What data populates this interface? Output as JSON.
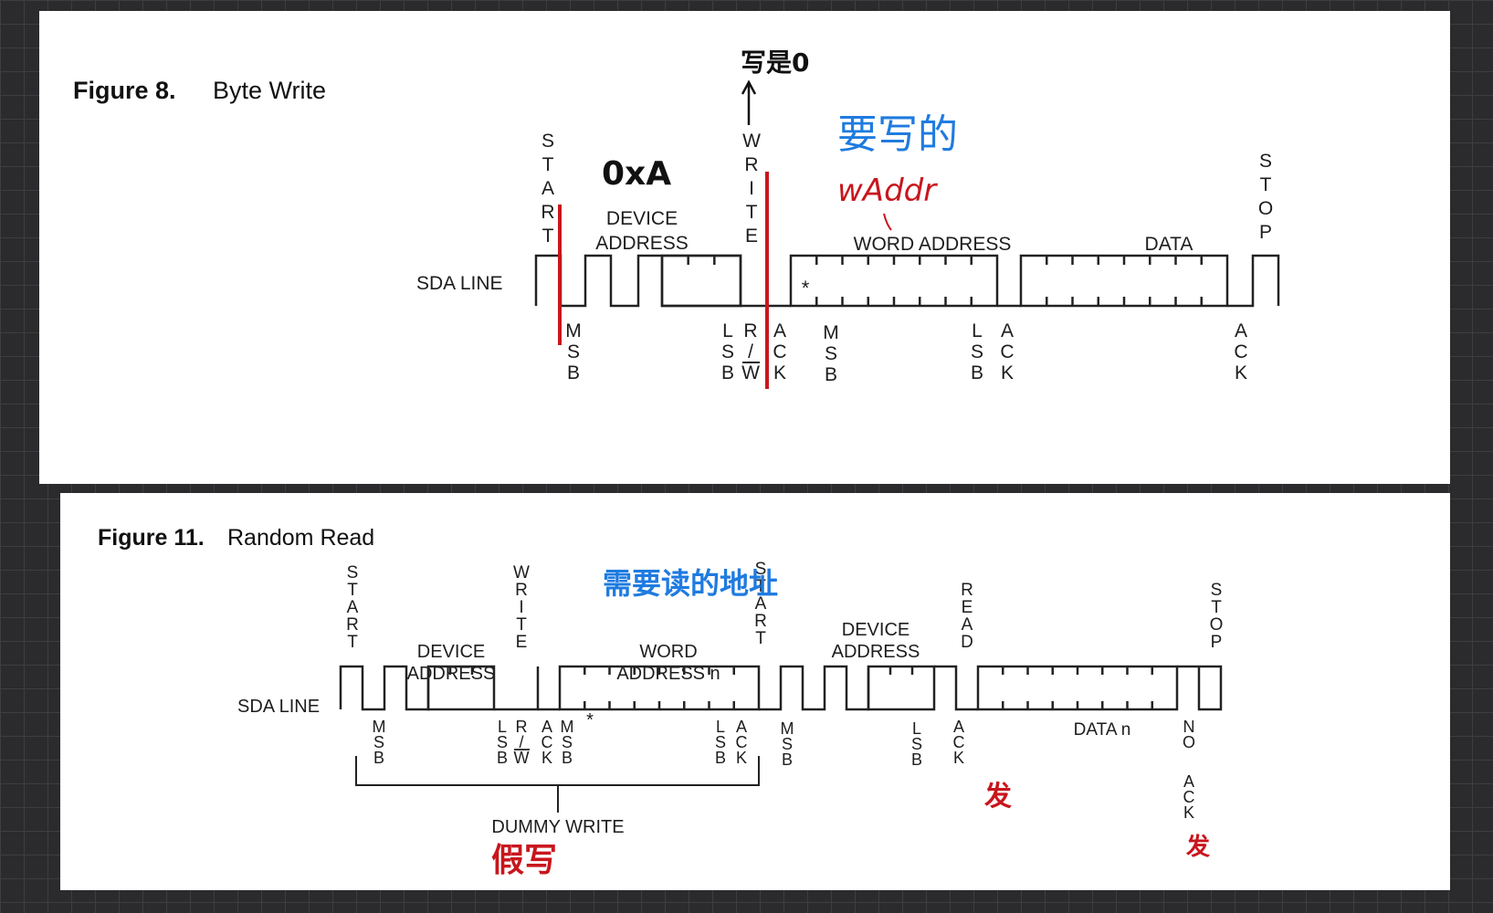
{
  "figure8": {
    "number": "Figure 8.",
    "name": "Byte Write",
    "sda_label": "SDA LINE",
    "top_labels": {
      "start": "START",
      "device_address": [
        "DEVICE",
        "ADDRESS"
      ],
      "write": "WRITE",
      "word_address": "WORD ADDRESS",
      "data": "DATA",
      "stop": "STOP"
    },
    "bottom_labels": {
      "msb1": "MSB",
      "lsb1": "LSB",
      "rw": "R/W",
      "ack1": "ACK",
      "msb2": "MSB",
      "lsb2": "LSB",
      "ack2": "ACK",
      "ack3": "ACK"
    },
    "asterisk": "*",
    "annotations": {
      "device_value": "0xA",
      "write_is_zero": "写是0",
      "to_write": "要写的",
      "waddr": "wAddr"
    }
  },
  "figure11": {
    "number": "Figure 11.",
    "name": "Random Read",
    "sda_label": "SDA LINE",
    "top_labels": {
      "start1": "START",
      "device_address1": [
        "DEVICE",
        "ADDRESS"
      ],
      "write": "WRITE",
      "word_address_n": [
        "WORD",
        "ADDRESS n"
      ],
      "start2": "START",
      "device_address2": [
        "DEVICE",
        "ADDRESS"
      ],
      "read": "READ",
      "stop": "STOP"
    },
    "bottom_labels": {
      "msb1": "MSB",
      "lsb1": "LSB",
      "rw": "R/W",
      "ack1": "ACK",
      "msb2": "MSB",
      "lsb2": "LSB",
      "ack2": "ACK",
      "msb3": "MSB",
      "lsb3": "LSB",
      "ack3": "ACK",
      "data_n": "DATA n",
      "no": "NO",
      "ack4": "ACK"
    },
    "asterisk": "*",
    "dummy_write": "DUMMY WRITE",
    "annotations": {
      "addr_to_read": "需要读的地址",
      "fake_write": "假写",
      "send1": "发",
      "send2": "发"
    }
  },
  "colors": {
    "annotation_red": "#c8161d",
    "annotation_blue": "#1f7be0",
    "annotation_black": "#111111",
    "line": "#222222"
  }
}
